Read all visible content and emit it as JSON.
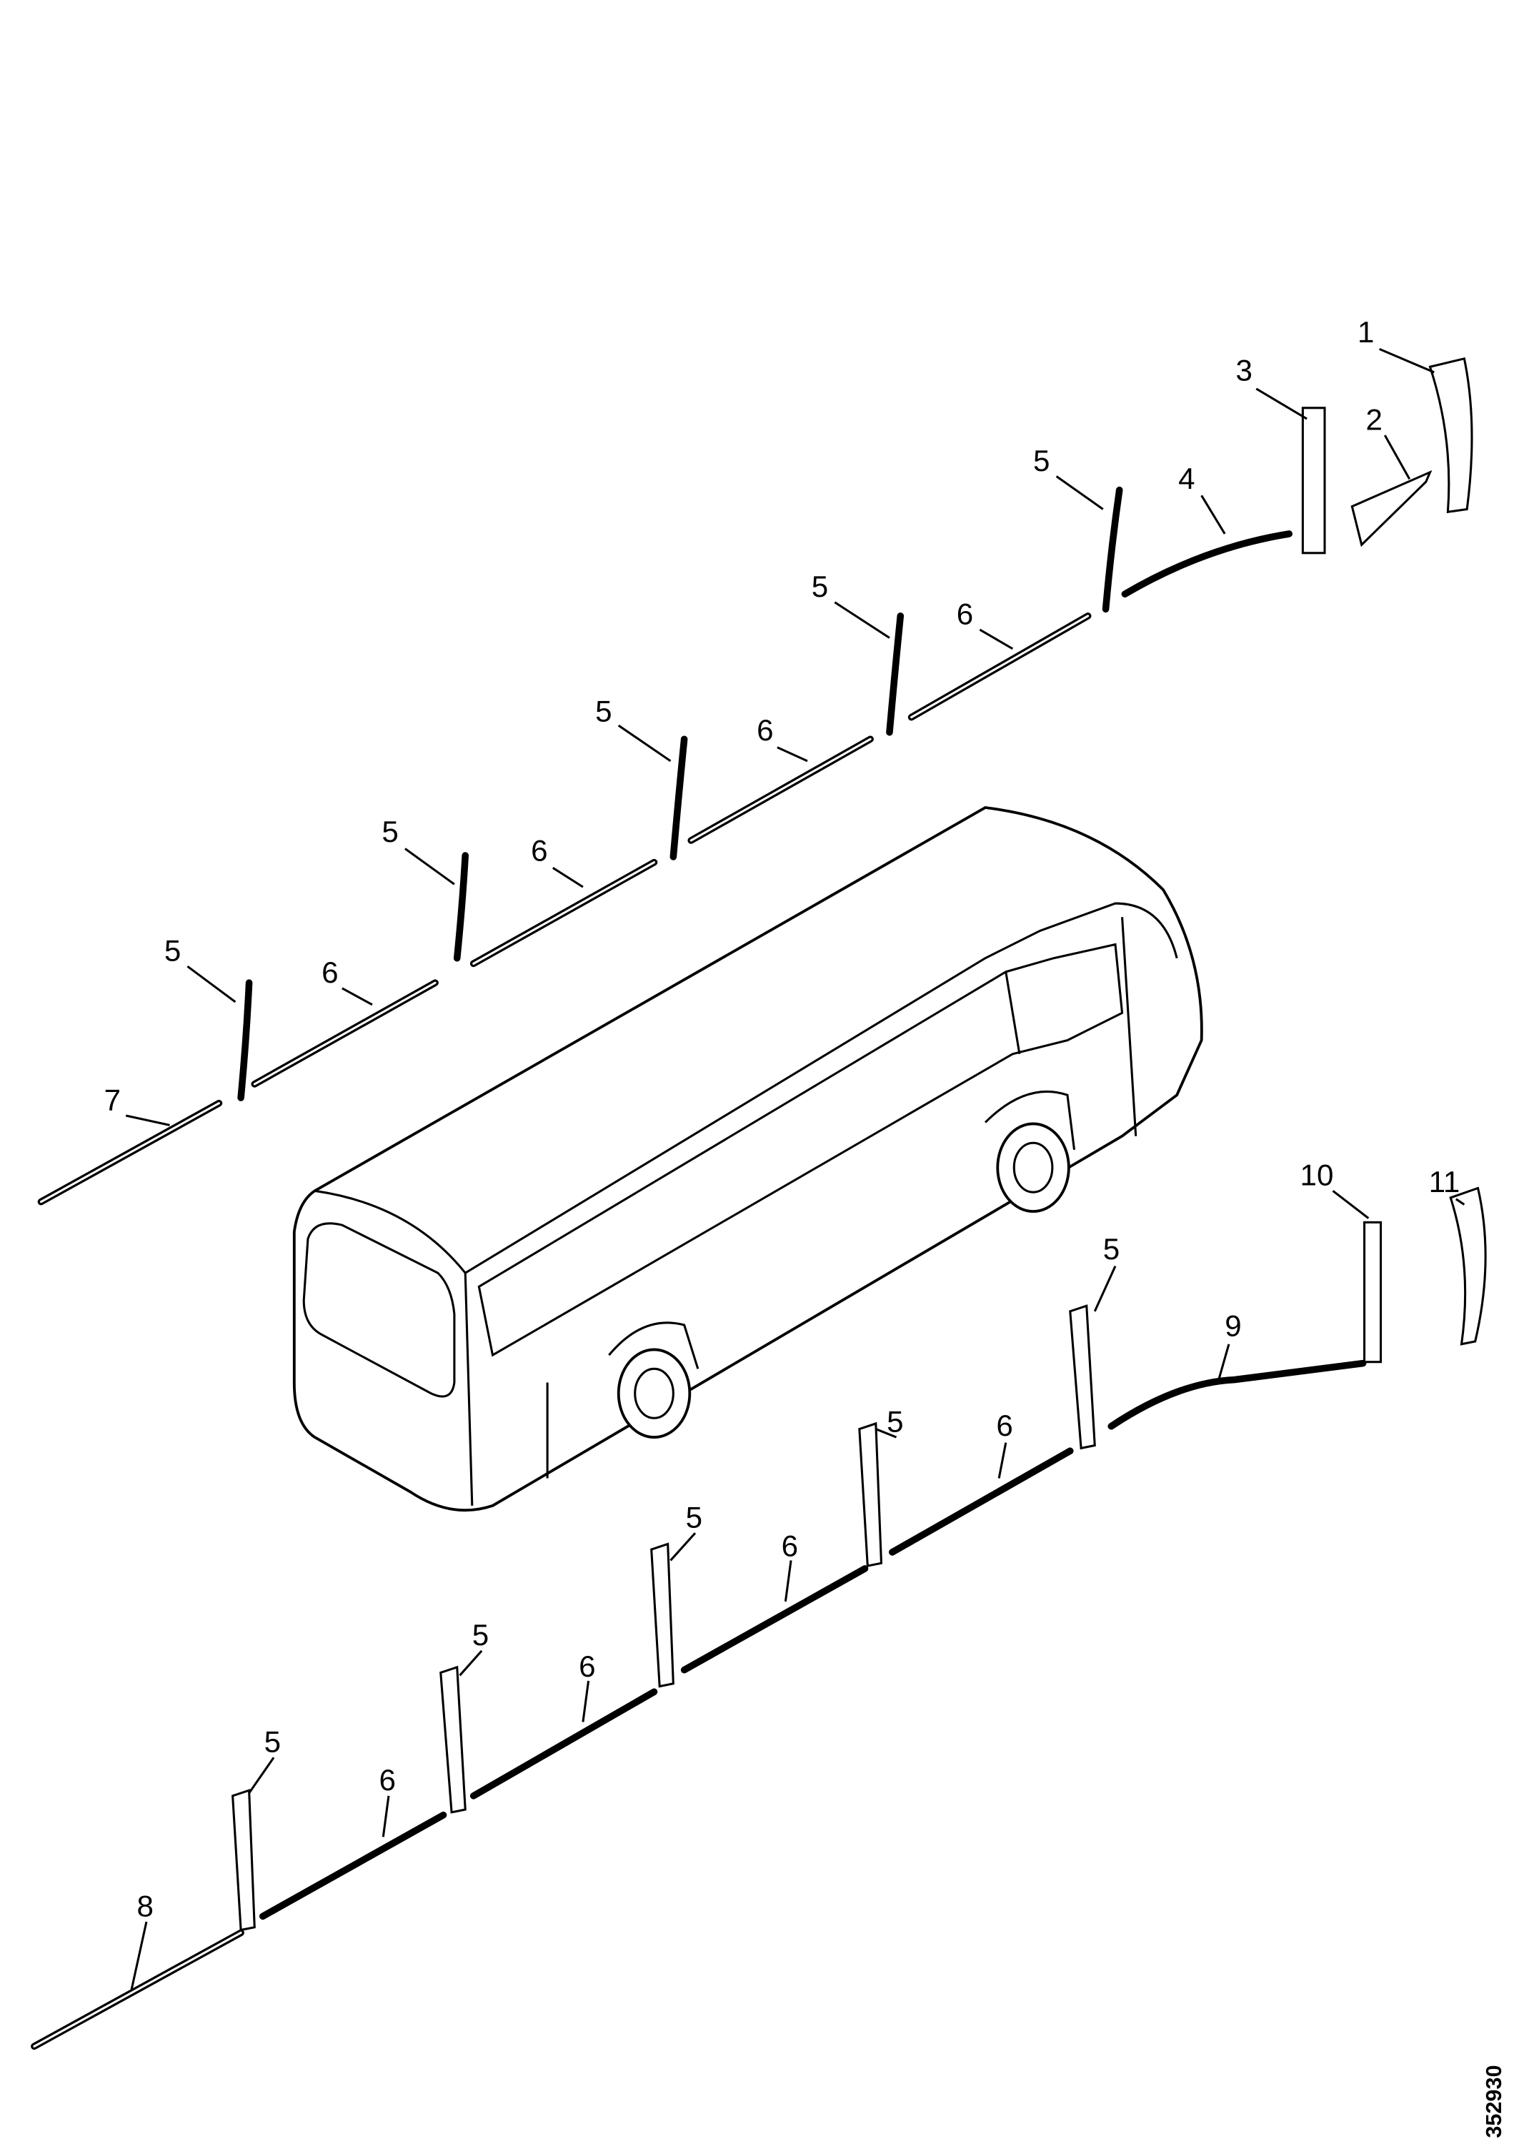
{
  "diagram": {
    "reference_number": "352930",
    "top_labels": [
      "1",
      "2",
      "3",
      "4",
      "5",
      "5",
      "6",
      "5",
      "6",
      "5",
      "6",
      "5",
      "6",
      "7"
    ],
    "bottom_labels": [
      "11",
      "10",
      "5",
      "9",
      "5",
      "6",
      "5",
      "6",
      "5",
      "6",
      "5",
      "6",
      "8"
    ]
  }
}
